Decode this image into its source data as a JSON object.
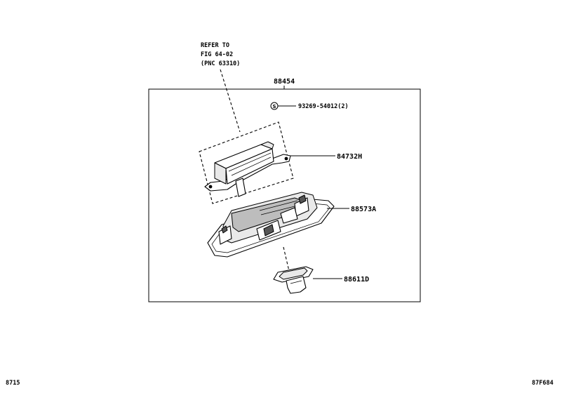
{
  "refer": {
    "line1": "REFER TO",
    "line2": "FIG 64-02",
    "line3": "(PNC 63310)"
  },
  "assembly_label": "88454",
  "parts": {
    "screw": "93269-54012(2)",
    "screw_symbol": "S",
    "bracket": "84732H",
    "housing": "88573A",
    "lens": "88611D"
  },
  "footer": {
    "left": "8715",
    "right": "87F684"
  }
}
